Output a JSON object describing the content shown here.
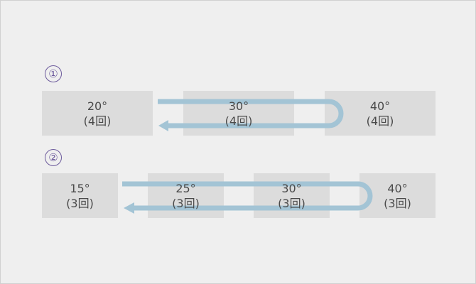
{
  "colors": {
    "background": "#efefef",
    "box": "#dcdcdc",
    "arrow": "#a3c4d5",
    "label": "#6c5a9c",
    "text": "#4a4a4a"
  },
  "rows": [
    {
      "label": "①",
      "boxes": [
        {
          "angle": "20°",
          "count": "(4回)"
        },
        {
          "angle": "30°",
          "count": "(4回)"
        },
        {
          "angle": "40°",
          "count": "(4回)"
        }
      ]
    },
    {
      "label": "②",
      "boxes": [
        {
          "angle": "15°",
          "count": "(3回)"
        },
        {
          "angle": "25°",
          "count": "(3回)"
        },
        {
          "angle": "30°",
          "count": "(3回)"
        },
        {
          "angle": "40°",
          "count": "(3回)"
        }
      ]
    }
  ]
}
